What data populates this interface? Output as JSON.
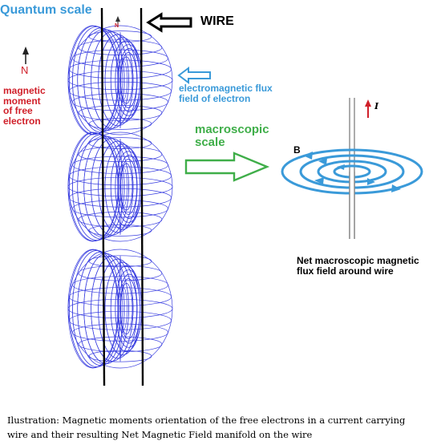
{
  "labels": {
    "quantum_scale": "Quantum scale",
    "wire": "WIRE",
    "north_small": "N",
    "north_large": "N",
    "magnetic_moment_lines": [
      "magnetic",
      "moment",
      "of free",
      "electron"
    ],
    "em_flux_lines": [
      "electromagnetic flux",
      "field of electron"
    ],
    "macroscopic_lines": [
      "macroscopic",
      "scale"
    ],
    "field_b": "B",
    "current_i": "I",
    "net_field_lines": [
      "Net macroscopic magnetic",
      "flux field around wire"
    ]
  },
  "caption": "Ilustration: Magnetic moments orientation of the free electrons in a current carrying wire and their resulting Net Magnetic Field manifold on the wire",
  "colors": {
    "quantum_label": "#3a9ad9",
    "flux_text": "#3a9ad9",
    "moment_text": "#d0202a",
    "macro_text": "#3fae49",
    "field_lines": "#3a9ad9",
    "electron_mesh": "#3a3fe0",
    "wire": "#000000",
    "current_arrow": "#d0202a"
  },
  "icons": {
    "wire_pointer": "left-arrow-outline-icon",
    "flux_pointer": "left-arrow-outline-icon",
    "macro_pointer": "right-arrow-outline-icon",
    "north_arrow": "up-arrow-icon",
    "current_arrow": "up-arrow-icon"
  }
}
